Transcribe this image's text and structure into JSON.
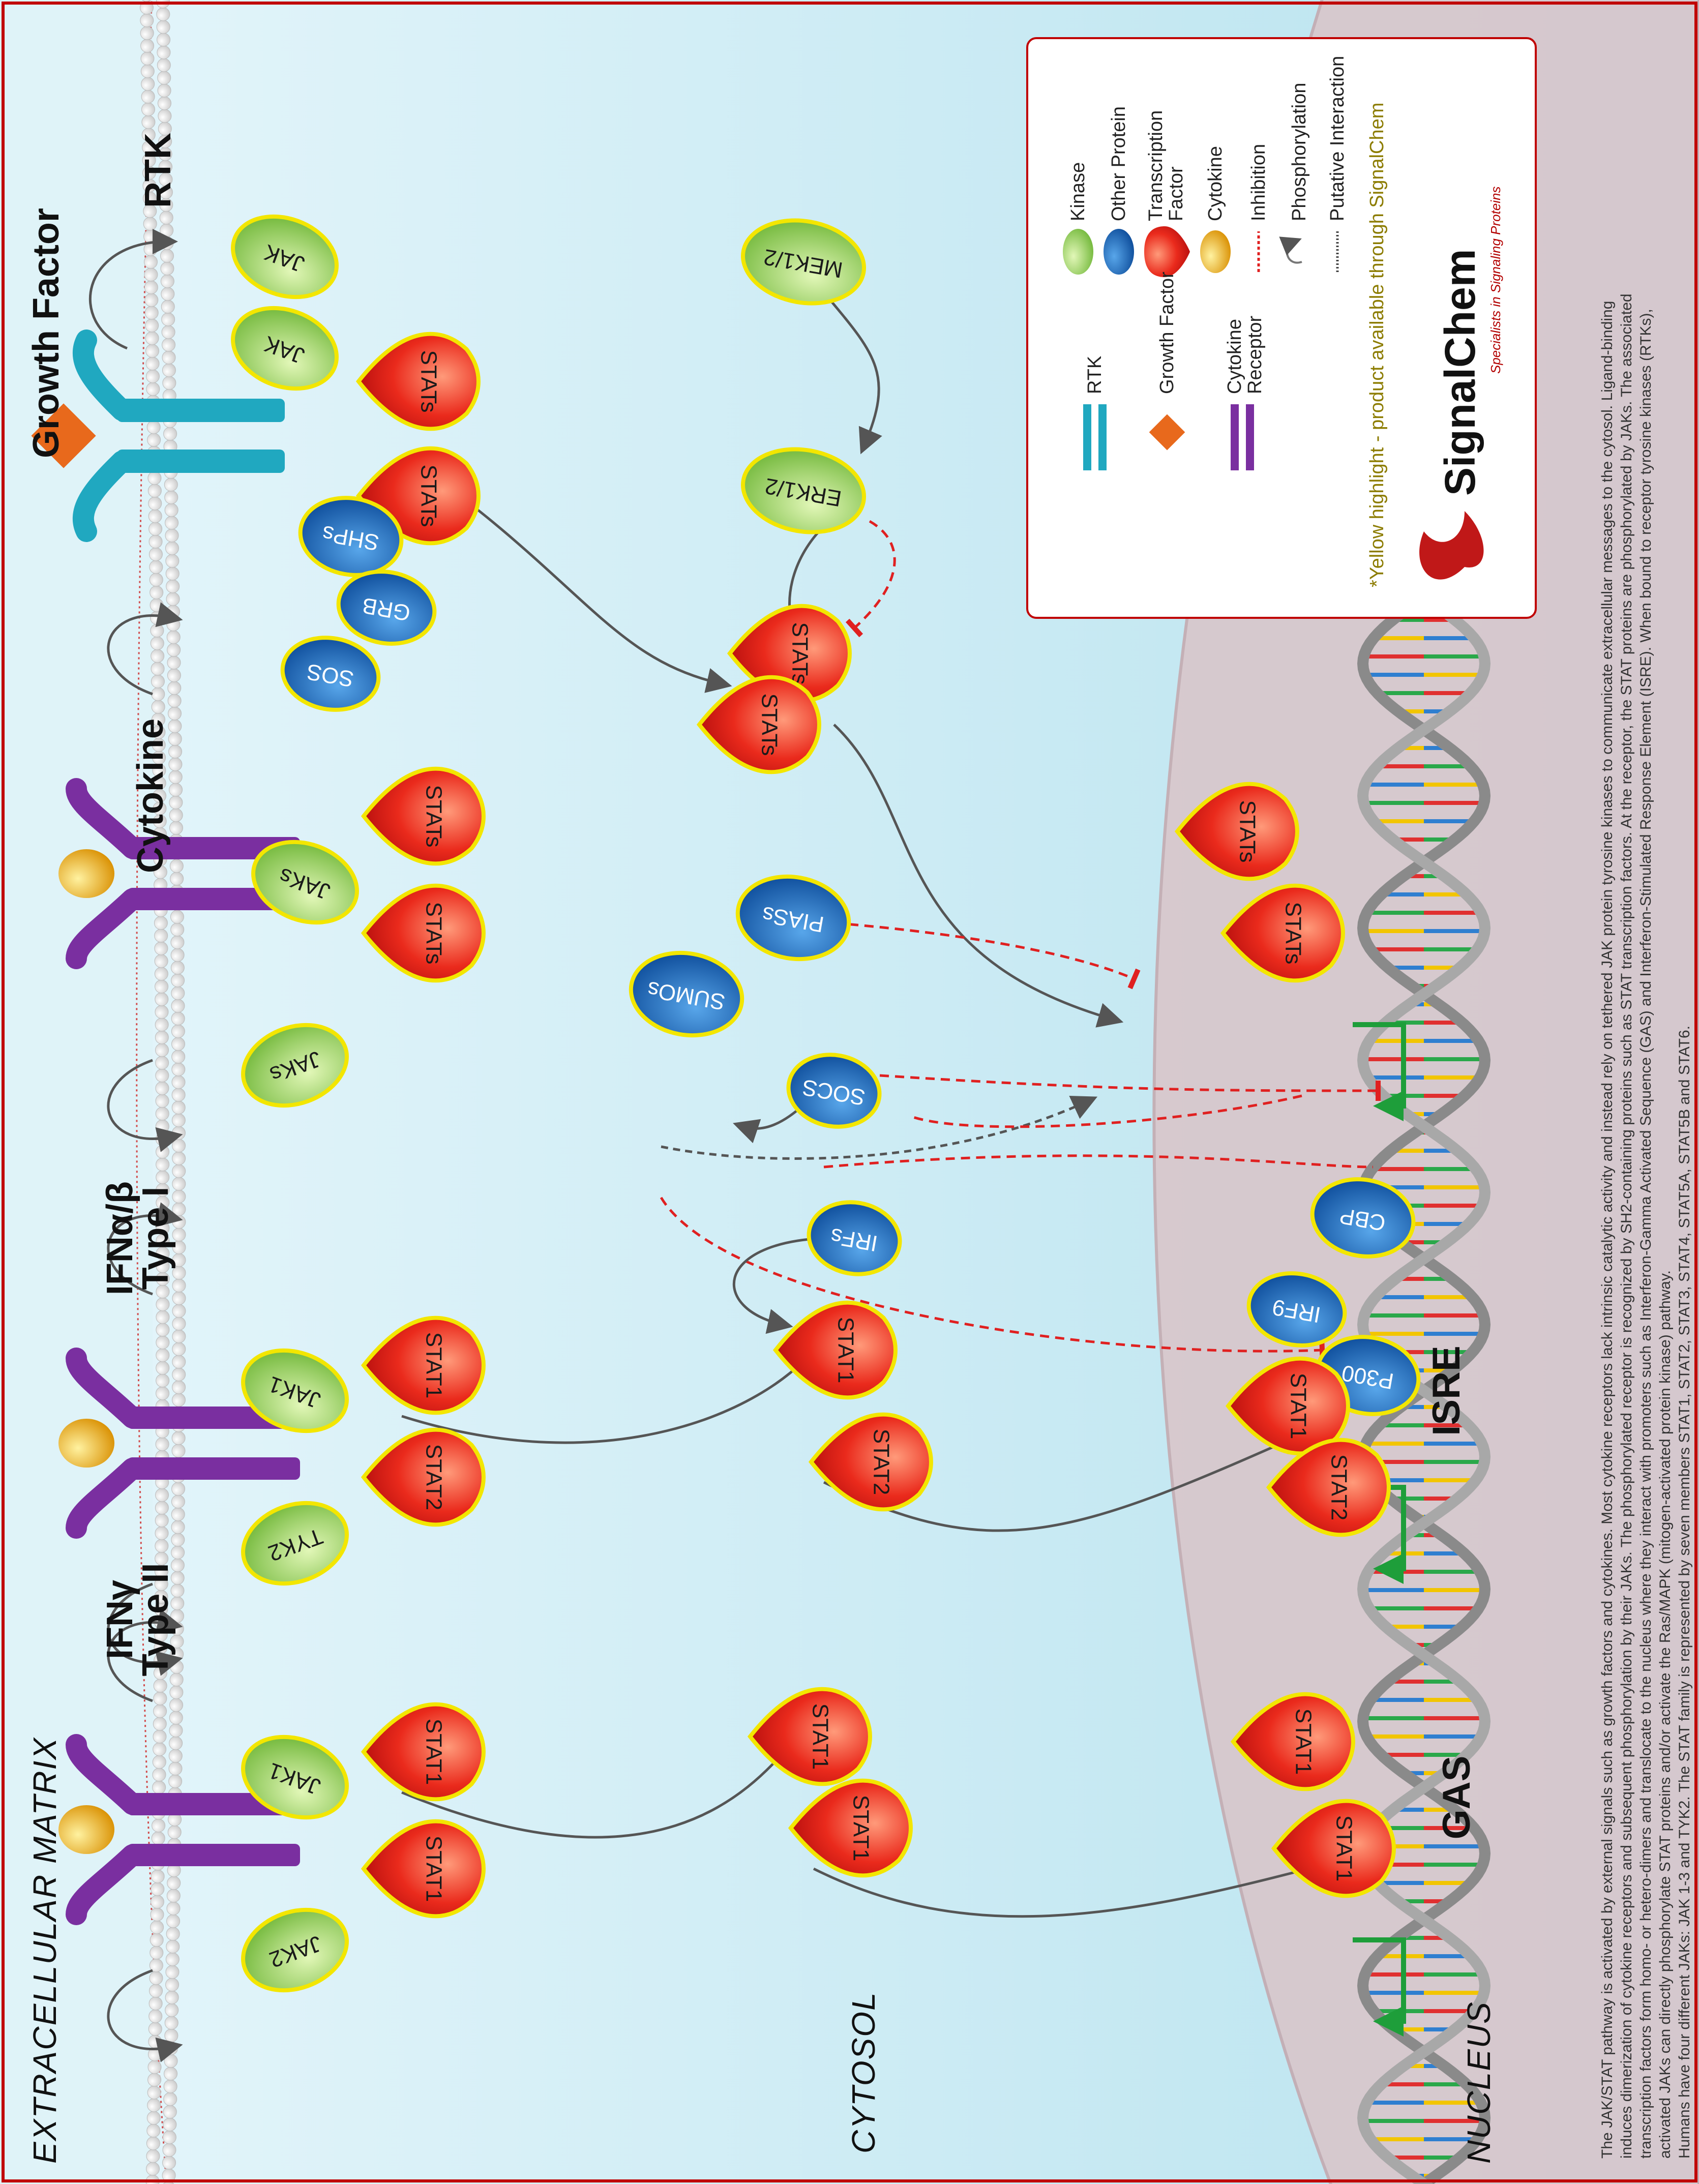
{
  "labels": {
    "extracellular": "EXTRACELLULAR MATRIX",
    "cytosol": "CYTOSOL",
    "nucleus": "NUCLEUS",
    "isre": "ISRE",
    "gas": "GAS"
  },
  "receptors": {
    "rtk": "RTK",
    "growth_factor": "Growth Factor",
    "cytokine": "Cytokine",
    "ifn_ab": "IFNα/β",
    "ifn_ab_type": "Type I",
    "ifn_g": "IFNγ",
    "ifn_g_type": "Type II"
  },
  "nodes": {
    "jak": "JAK",
    "jaks": "JAKs",
    "jak1": "JAK1",
    "jak2": "JAK2",
    "tyk2": "TYK2",
    "shps": "SHPs",
    "grb": "GRB",
    "sos": "SOS",
    "mek": "MEK1/2",
    "erk": "ERK1/2",
    "stats": "STATs",
    "stat1": "STAT1",
    "stat2": "STAT2",
    "socs": "SOCS",
    "piass": "PIASs",
    "sumos": "SUMOs",
    "irfs": "IRFs",
    "cbp": "CBP",
    "irf9": "IRF9",
    "p300": "P300"
  },
  "legend": {
    "kinase": "Kinase",
    "other_protein": "Other Protein",
    "transcription_factor_1": "Transcription",
    "transcription_factor_2": "Factor",
    "cytokine": "Cytokine",
    "inhibition": "Inhibition",
    "phosphorylation": "Phosphorylation",
    "putative": "Putative Interaction",
    "rtk": "RTK",
    "growth_factor": "Growth Factor",
    "cytokine_receptor_1": "Cytokine",
    "cytokine_receptor_2": "Receptor",
    "highlight_note": "*Yellow highlight - product available through SignalChem"
  },
  "brand": {
    "name": "SignalChem",
    "tagline": "Specialists in Signaling Proteins"
  },
  "description": {
    "line1": "The JAK/STAT pathway is activated by external signals such as growth factors and cytokines. Most cytokine receptors lack intrinsic catalytic activity and instead rely on tethered JAK protein tyrosine kinases to communicate extracellular messages to the cytosol. Ligand-binding",
    "line2": "induces dimerization of cytokine receptors and subsequent phosphorylation by their JAKs. The phosphorylated receptor is recognized by SH2-containing proteins such as STAT transcription factors. At the receptor, the STAT proteins are phosphorylated by JAKs. The associated",
    "line3": "transcription factors form homo- or hetero-dimers and translocate to the nucleus where they interact with promoters such as Interferon-Gamma Activated Sequence (GAS) and Interferon-Stimulated Response Element (ISRE). When bound to receptor tyrosine kinases (RTKs),",
    "line4": "activated JAKs can directly phosphorylate STAT proteins and/or activate the Ras/MAPK (mitogen-activated protein kinase) pathway.",
    "line5": "Humans have four different JAKs: JAK 1-3 and TYK2. The STAT family is represented by seven members STAT1, STAT2, STAT3, STAT4, STAT5A, STAT5B and STAT6."
  },
  "colors": {
    "kinase": "#8fd14f",
    "other_protein": "#1f6fc0",
    "transcription_factor": "#e0151b",
    "cytokine": "#e8a400",
    "receptor": "#7a2fa0",
    "rtk": "#20a8c0",
    "growth_factor": "#e8691c",
    "inhibition": "#e02020",
    "activation": "#1e9e3a",
    "highlight": "#f3e600"
  }
}
